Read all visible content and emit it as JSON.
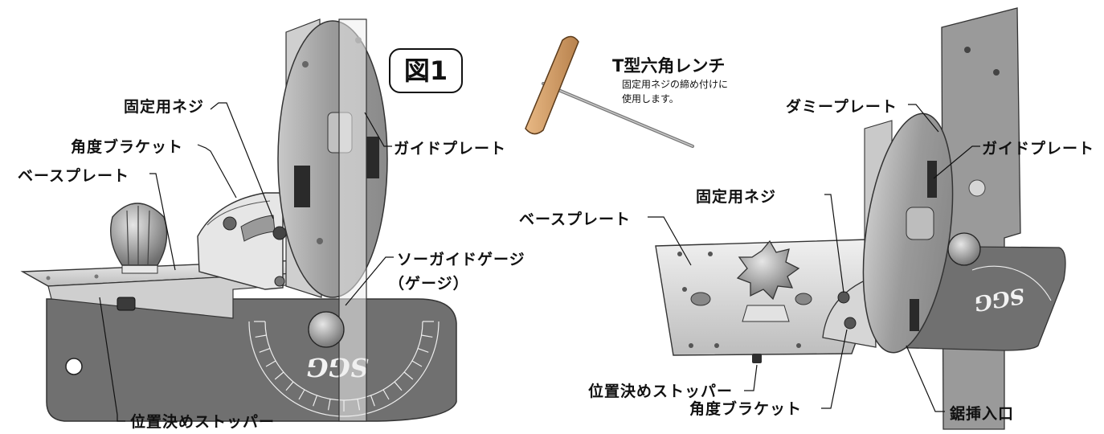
{
  "figure_title": "図1",
  "tool": {
    "title": "T型六角レンチ",
    "description_line1": "固定用ネジの締め付けに",
    "description_line2": "使用します。"
  },
  "left_labels": {
    "fixing_screw": "固定用ネジ",
    "angle_bracket": "角度ブラケット",
    "base_plate": "ベースプレート",
    "guide_plate": "ガイドプレート",
    "saw_guide_gauge_line1": "ソーガイドゲージ",
    "saw_guide_gauge_line2": "（ゲージ）",
    "positioning_stopper": "位置決めストッパー"
  },
  "right_labels": {
    "dummy_plate": "ダミープレート",
    "guide_plate": "ガイドプレート",
    "fixing_screw": "固定用ネジ",
    "base_plate": "ベースプレート",
    "positioning_stopper": "位置決めストッパー",
    "angle_bracket": "角度ブラケット",
    "saw_insert_opening": "鋸挿入口"
  },
  "gauge_logo": "SGG",
  "colors": {
    "gauge": "#6f6f6f",
    "plate": "#d9d9d9",
    "guide": "#a9a9a9",
    "dark": "#2a2a2a",
    "handle": "#d7a26b"
  }
}
